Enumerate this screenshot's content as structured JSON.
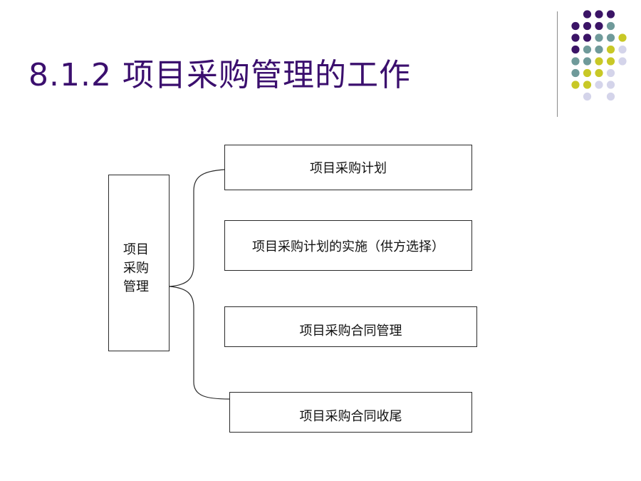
{
  "slide": {
    "title": "8.1.2  项目采购管理的工作"
  },
  "diagram": {
    "root_label": "项目采购管理",
    "branches": [
      "项目采购计划",
      "项目采购计划的实施（供方选择）",
      "项目采购合同管理",
      "项目采购合同收尾"
    ]
  },
  "colors": {
    "title": "#3b0f6e",
    "dot_purple": "#3b1466",
    "dot_teal": "#6f9a9a",
    "dot_yellow": "#c8c826",
    "dot_lavender": "#d4d4ea"
  }
}
